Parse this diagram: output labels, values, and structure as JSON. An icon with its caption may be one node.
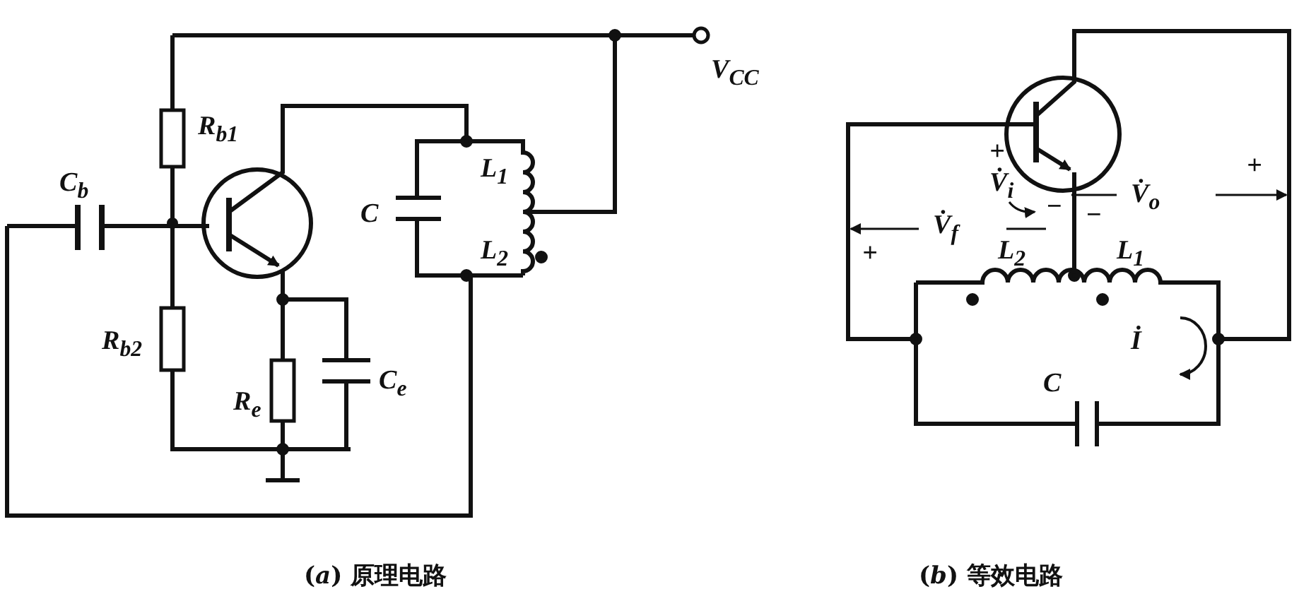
{
  "diagram": {
    "labels": [
      "V$_{CC}$",
      "R$_{b1}$",
      "C$_{b}$",
      "C",
      "L$_{1}$",
      "L$_{2}$",
      "R$_{b2}$",
      "R$_{e}$",
      "C$_{e}$",
      "+",
      "V̇$_{i}$",
      "−",
      "−",
      "V̇$_{o}$",
      "+",
      "V̇$_{f}$",
      "+",
      "L$_{2}$",
      "L$_{1}$",
      "İ",
      "C",
      "(*a*) 原理电路",
      "(*b*) 等效电路"
    ]
  }
}
